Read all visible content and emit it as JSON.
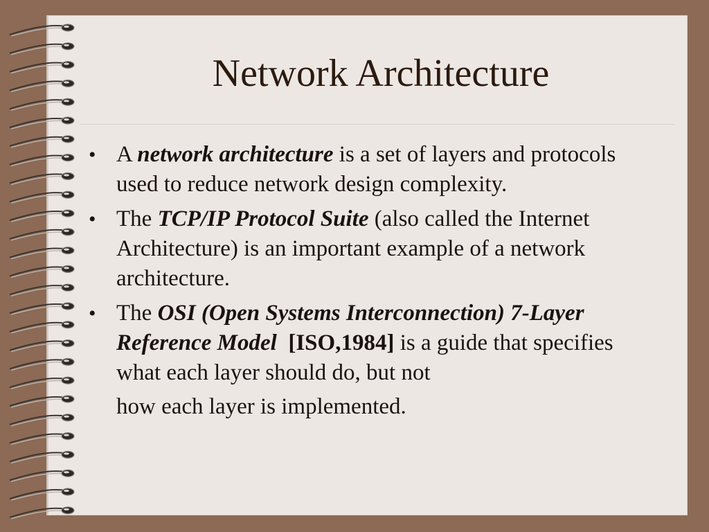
{
  "slide": {
    "title": "Network Architecture",
    "bullets": [
      {
        "pre": "A ",
        "term": "network architecture",
        "post": " is a set of layers and protocols used to reduce network design complexity."
      },
      {
        "pre": "The ",
        "term": "TCP/IP Protocol Suite",
        "post": " (also called the Internet Architecture) is an important example of a network architecture."
      },
      {
        "pre": "The ",
        "term": "OSI (Open Systems Interconnection) 7-Layer Reference Model",
        "ref": "[ISO,1984]",
        "post": " is a guide that specifies what each layer should do, but not",
        "post2": "how each layer is implemented."
      }
    ]
  },
  "colors": {
    "background": "#8c6a55",
    "page": "#ede7e3",
    "text": "#1a1210"
  }
}
